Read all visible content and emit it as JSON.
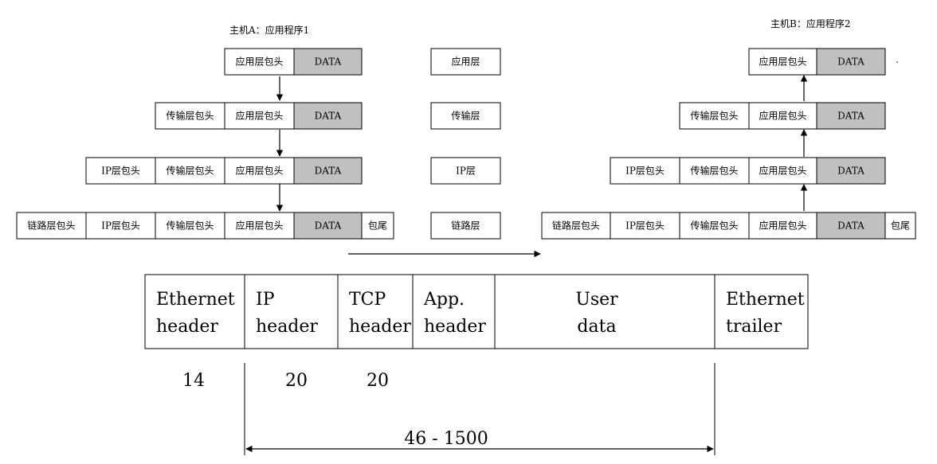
{
  "host_a": {
    "title": "主机A：应用程序1"
  },
  "host_b": {
    "title": "主机B：应用程序2"
  },
  "cells": {
    "app_header": "应用层包头",
    "data": "DATA",
    "transport_header": "传输层包头",
    "ip_header": "IP层包头",
    "link_header": "链路层包头",
    "trailer": "包尾"
  },
  "layers": {
    "application": "应用层",
    "transport": "传输层",
    "ip": "IP层",
    "link": "链路层"
  },
  "frame": {
    "fields": [
      {
        "line1": "Ethernet",
        "line2": "header"
      },
      {
        "line1": "IP",
        "line2": "header"
      },
      {
        "line1": "TCP",
        "line2": "header"
      },
      {
        "line1": "App.",
        "line2": "header"
      },
      {
        "line1": "User",
        "line2": "data"
      },
      {
        "line1": "Ethernet",
        "line2": "trailer"
      }
    ],
    "sizes": {
      "ethernet_header": "14",
      "ip_header": "20",
      "tcp_header": "20",
      "payload_range": "46 - 1500"
    }
  },
  "colors": {
    "data_fill": "#c0c0c0",
    "line": "#000000"
  }
}
